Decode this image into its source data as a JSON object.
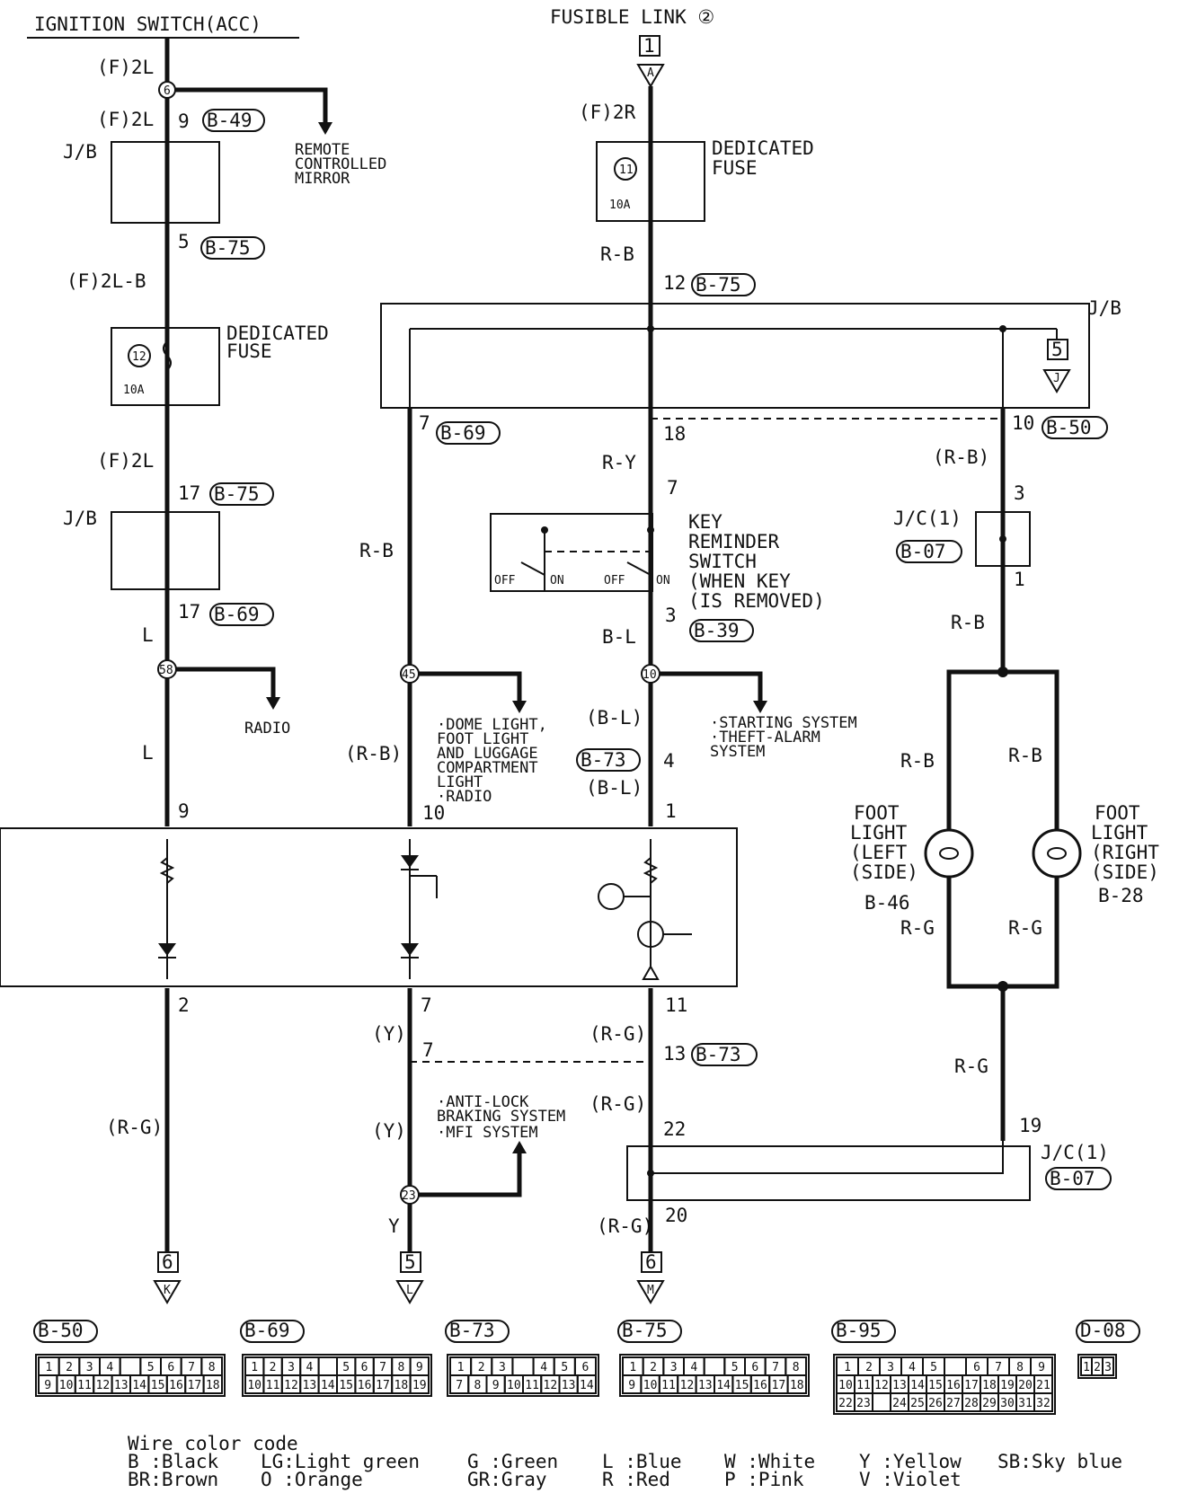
{
  "top_labels": {
    "ignition_switch": "IGNITION SWITCH(ACC)",
    "fusible_link": "FUSIBLE LINK ②"
  },
  "wire_labels": {
    "f2l_a": "(F)2L",
    "f2l_b": "(F)2L",
    "f2lb": "(F)2L-B",
    "f2l_c": "(F)2L",
    "f2r": "(F)2R",
    "rb_1": "R-B",
    "rb_2": "R-B",
    "ry": "R-Y",
    "rb_paren_1": "(R-B)",
    "rb_3": "R-B",
    "bl": "B-L",
    "bl_paren_1": "(B-L)",
    "bl_paren_2": "(B-L)",
    "l_1": "L",
    "l_2": "L",
    "rb_paren_2": "(R-B)",
    "rb_4": "R-B",
    "rb_5": "R-B",
    "rg_1": "R-G",
    "rg_2": "R-G",
    "rg_3": "R-G",
    "rg_paren_1": "(R-G)",
    "y_paren_1": "(Y)",
    "rg_paren_2": "(R-G)",
    "rg_paren_3": "(R-G)",
    "y_paren_2": "(Y)",
    "y": "Y",
    "rg_paren_4": "(R-G)"
  },
  "pins": {
    "p6": "6",
    "p9": "9",
    "p5": "5",
    "p17a": "17",
    "p17b": "17",
    "p9b": "9",
    "p12": "12",
    "p7": "7",
    "p18": "18",
    "p7b": "7",
    "p3": "3",
    "p4": "4",
    "p1": "1",
    "p10": "10",
    "p10b": "10",
    "p3b": "3",
    "p1b": "1",
    "p2": "2",
    "p7c": "7",
    "p7d": "7",
    "p11": "11",
    "p13": "13",
    "p22": "22",
    "p20": "20",
    "p19": "19",
    "p58": "58",
    "p45": "45",
    "p10c": "10",
    "p23": "23"
  },
  "connectors": {
    "b49": "B-49",
    "b75a": "B-75",
    "b75b": "B-75",
    "b75c": "B-75",
    "b69a": "B-69",
    "b69b": "B-69",
    "b50a": "B-50",
    "b07a": "B-07",
    "b39": "B-39",
    "b73a": "B-73",
    "b73b": "B-73",
    "b07b": "B-07"
  },
  "components": {
    "jb1": "J/B",
    "jb2": "J/B",
    "jb3": "J/B",
    "remote_mirror": [
      "REMOTE",
      "CONTROLLED",
      "MIRROR"
    ],
    "dedicated_fuse_1": [
      "DEDICATED",
      "FUSE"
    ],
    "fuse1_num": "12",
    "fuse1_amp": "10A",
    "dedicated_fuse_2": [
      "DEDICATED",
      "FUSE"
    ],
    "fuse2_num": "11",
    "fuse2_amp": "10A",
    "radio": "RADIO",
    "key_reminder": [
      "KEY",
      "REMINDER",
      "SWITCH",
      "(WHEN KEY",
      "(IS REMOVED)"
    ],
    "off1": "OFF",
    "on1": "ON",
    "off2": "OFF",
    "on2": "ON",
    "jc1_top": "J/C(1)",
    "jc1_bottom": "J/C(1)",
    "dome_list": [
      "·DOME LIGHT,",
      " FOOT LIGHT",
      " AND LUGGAGE",
      " COMPARTMENT",
      " LIGHT",
      "·RADIO"
    ],
    "starting_list": [
      "·STARTING SYSTEM",
      "·THEFT-ALARM",
      " SYSTEM"
    ],
    "abs_list": [
      "·ANTI-LOCK",
      " BRAKING SYSTEM",
      "·MFI SYSTEM"
    ],
    "foot_left": [
      "FOOT",
      "LIGHT",
      "(LEFT",
      "(SIDE)"
    ],
    "foot_left_id": "B-46",
    "foot_right": [
      "FOOT",
      "LIGHT",
      "(RIGHT",
      "(SIDE)"
    ],
    "foot_right_id": "B-28"
  },
  "refs": {
    "top_box": "1",
    "top_letter": "A",
    "jb_box": "5",
    "jb_letter": "J",
    "bot1_box": "6",
    "bot1_letter": "K",
    "bot2_box": "5",
    "bot2_letter": "L",
    "bot3_box": "6",
    "bot3_letter": "M"
  },
  "connector_table": [
    {
      "name": "B-50",
      "rows": [
        [
          "1",
          "2",
          "3",
          "4",
          "",
          "5",
          "6",
          "7",
          "8"
        ],
        [
          "9",
          "10",
          "11",
          "12",
          "13",
          "14",
          "15",
          "16",
          "17",
          "18"
        ]
      ]
    },
    {
      "name": "B-69",
      "rows": [
        [
          "1",
          "2",
          "3",
          "4",
          "",
          "5",
          "6",
          "7",
          "8",
          "9"
        ],
        [
          "10",
          "11",
          "12",
          "13",
          "14",
          "15",
          "16",
          "17",
          "18",
          "19"
        ]
      ]
    },
    {
      "name": "B-73",
      "rows": [
        [
          "1",
          "2",
          "3",
          "",
          "4",
          "5",
          "6"
        ],
        [
          "7",
          "8",
          "9",
          "10",
          "11",
          "12",
          "13",
          "14"
        ]
      ]
    },
    {
      "name": "B-75",
      "rows": [
        [
          "1",
          "2",
          "3",
          "4",
          "",
          "5",
          "6",
          "7",
          "8"
        ],
        [
          "9",
          "10",
          "11",
          "12",
          "13",
          "14",
          "15",
          "16",
          "17",
          "18"
        ]
      ]
    },
    {
      "name": "B-95",
      "rows": [
        [
          "1",
          "2",
          "3",
          "4",
          "5",
          "",
          "6",
          "7",
          "8",
          "9"
        ],
        [
          "10",
          "11",
          "12",
          "13",
          "14",
          "15",
          "16",
          "17",
          "18",
          "19",
          "20",
          "21"
        ],
        [
          "22",
          "23",
          "",
          "24",
          "25",
          "26",
          "27",
          "28",
          "29",
          "30",
          "31",
          "32"
        ]
      ]
    },
    {
      "name": "D-08",
      "rows": [
        [
          "1",
          "2",
          "3"
        ]
      ]
    }
  ],
  "legend": {
    "title": "Wire color code",
    "row1": [
      "B :Black",
      "LG:Light green",
      "G :Green",
      "L :Blue",
      "W :White",
      "Y :Yellow",
      "SB:Sky blue"
    ],
    "row2": [
      "BR:Brown",
      "O :Orange",
      "GR:Gray",
      "R :Red",
      "P :Pink",
      "V :Violet"
    ]
  }
}
